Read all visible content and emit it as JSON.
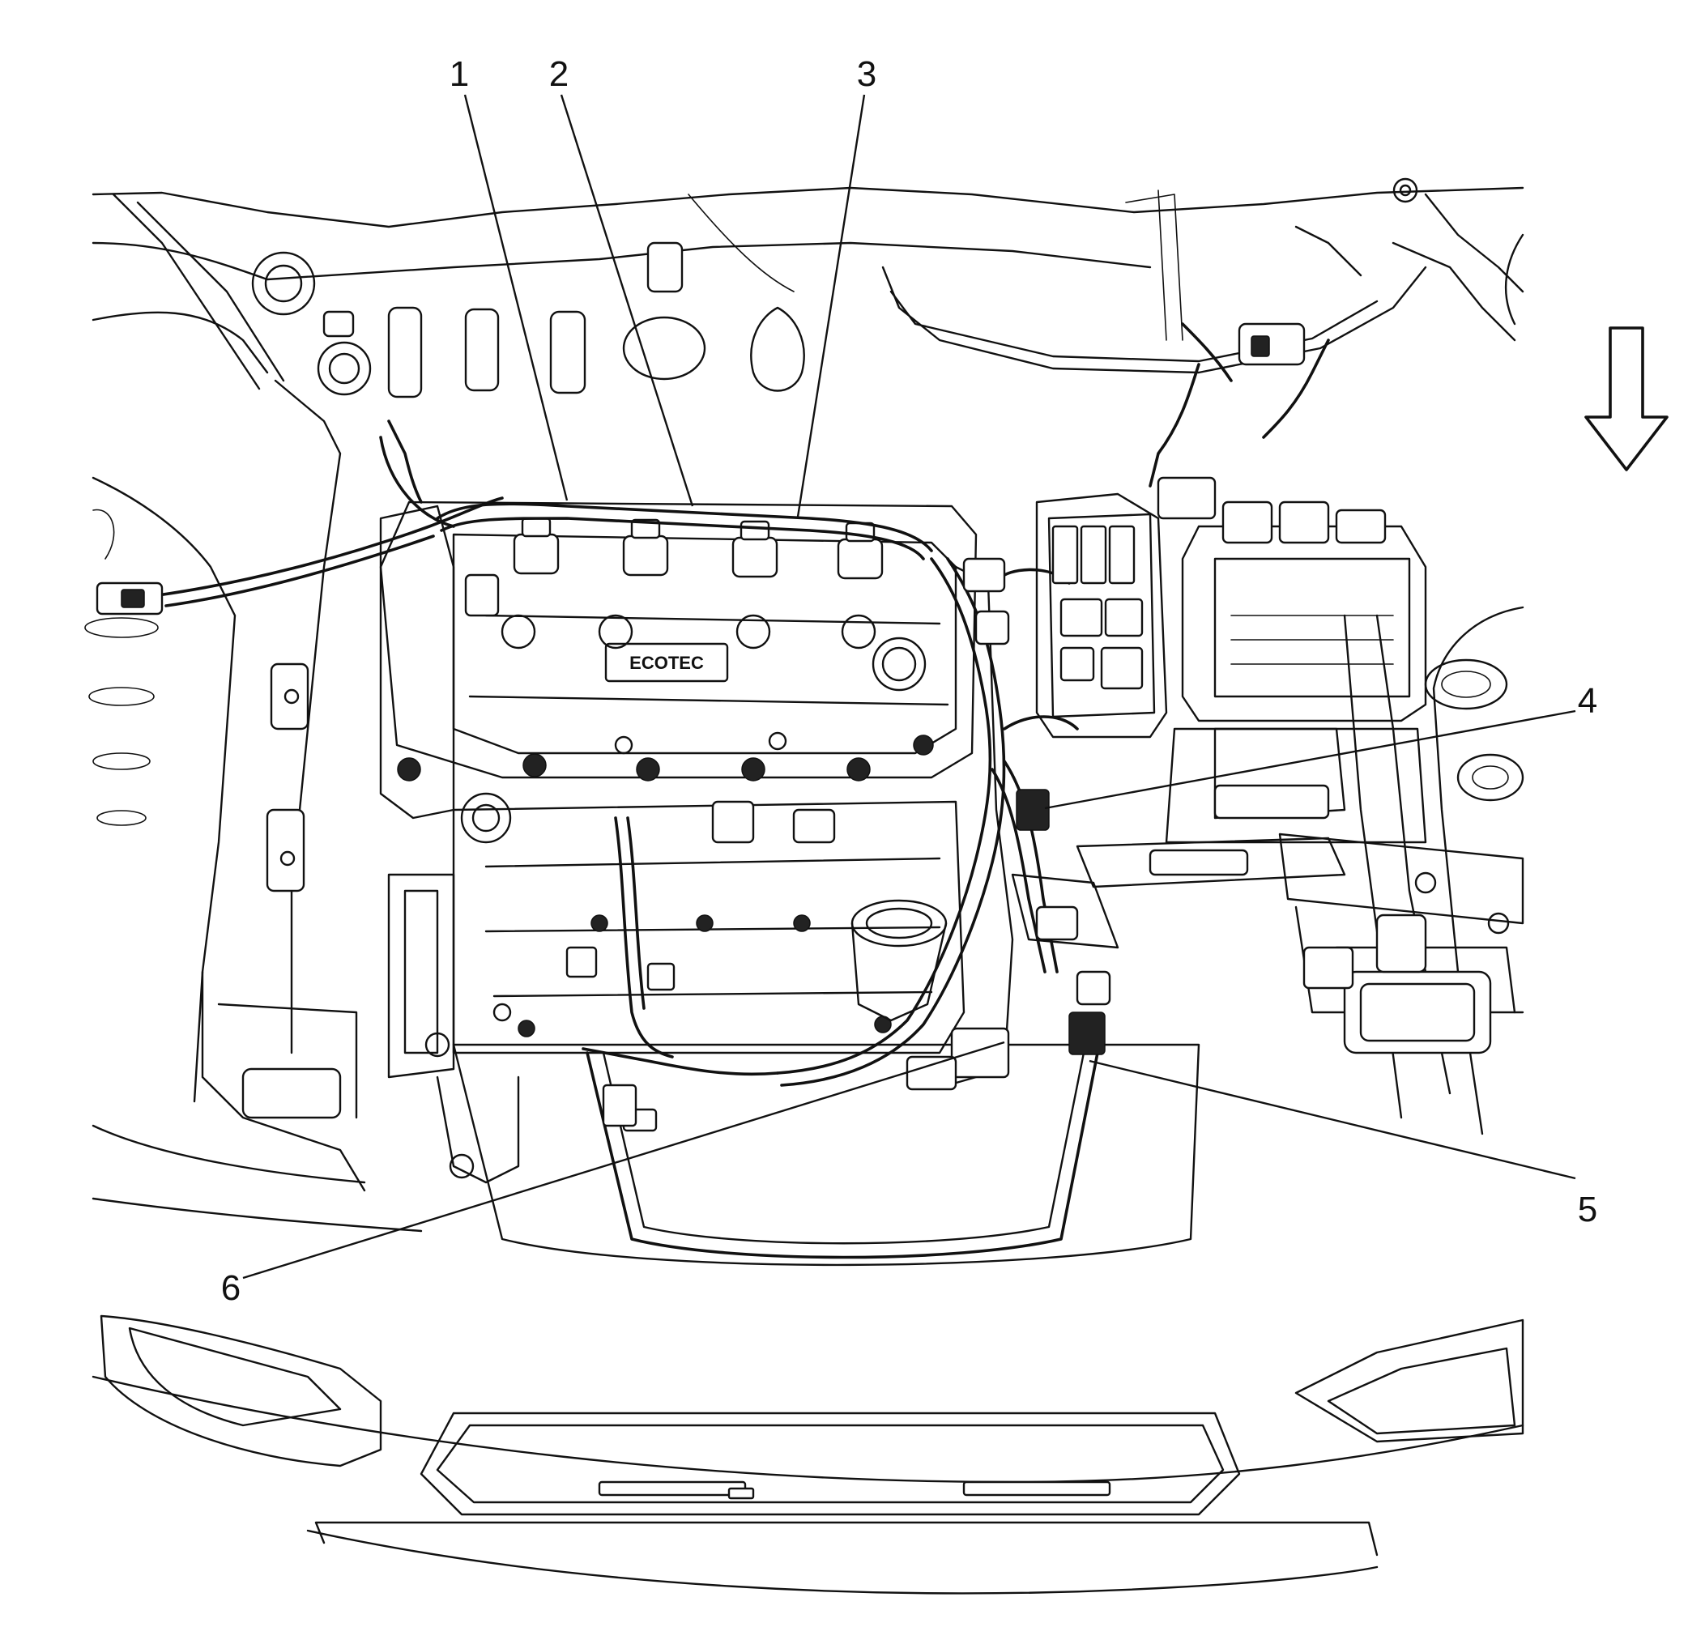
{
  "diagram": {
    "callouts": [
      {
        "id": "1",
        "label": "1"
      },
      {
        "id": "2",
        "label": "2"
      },
      {
        "id": "3",
        "label": "3"
      },
      {
        "id": "4",
        "label": "4"
      },
      {
        "id": "5",
        "label": "5"
      },
      {
        "id": "6",
        "label": "6"
      }
    ],
    "engine_cover_text": "ECOTEC",
    "icons": [
      "front-direction-arrow-icon"
    ]
  }
}
